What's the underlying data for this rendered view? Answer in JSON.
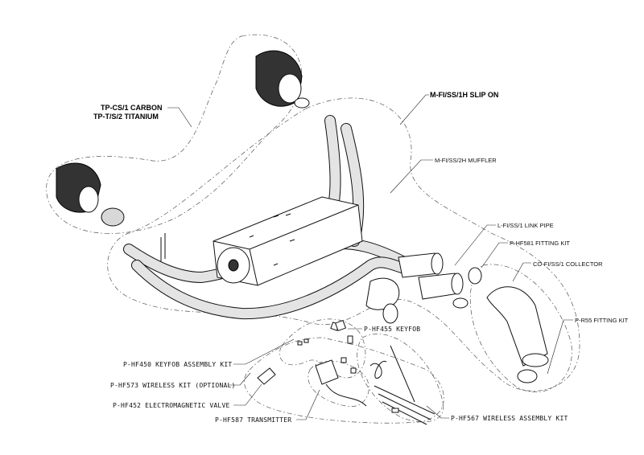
{
  "diagram": {
    "labels": {
      "tips_carbon": "TP-CS/1  CARBON",
      "tips_titanium": "TP-T/S/2  TITANIUM",
      "slip_on": "M-FI/SS/1H SLIP ON",
      "muffler": "M-FI/SS/2H  MUFFLER",
      "link_pipe": "L-FI/SS/1  LINK PIPE",
      "fitting_kit_581": "P-HF581  FITTING KIT",
      "collector": "CO-FI/SS/1  COLLECTOR",
      "fitting_kit_r55": "P-R55  FITTING KIT",
      "keyfob": "P-HF455  KEYFOB",
      "keyfob_assembly_kit": "P-HF450 KEYFOB ASSEMBLY KIT",
      "wireless_kit": "P-HF573 WIRELESS KIT (OPTIONAL)",
      "electromagnetic_valve": "P-HF452  ELECTROMAGNETIC VALVE",
      "transmitter": "P-HF587  TRANSMITTER",
      "wireless_assembly_kit": "P-HF567  WIRELESS ASSEMBLY KIT"
    }
  }
}
